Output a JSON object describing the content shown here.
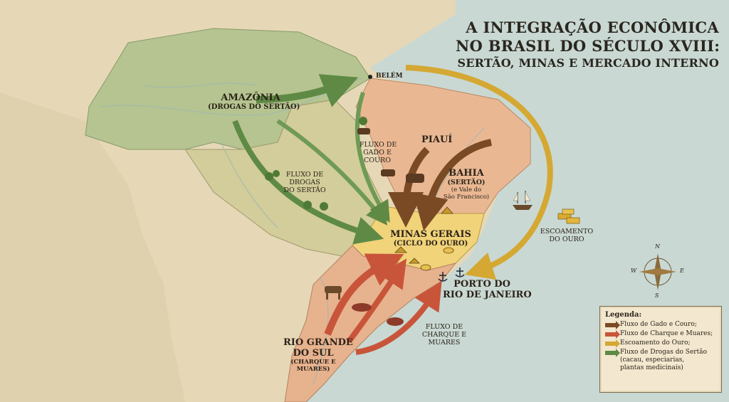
{
  "title": {
    "line1": "A INTEGRAÇÃO ECONÔMICA",
    "line2": "NO BRASIL DO SÉCULO XVIII:",
    "line3": "SERTÃO, MINAS E MERCADO INTERNO"
  },
  "regions": {
    "amazonia": {
      "name": "AMAZÔNIA",
      "sub": "(DROGAS DO SERTÃO)"
    },
    "piaui": {
      "name": "PIAUÍ"
    },
    "bahia": {
      "name": "BAHIA",
      "sub": "(SERTÃO)",
      "note1": "(e Vale do",
      "note2": "São Francisco)"
    },
    "minas": {
      "name": "MINAS GERAIS",
      "sub": "(CICLO DO OURO)"
    },
    "rio_grande": {
      "name1": "RIO GRANDE",
      "name2": "DO SUL",
      "sub1": "(CHARQUE E",
      "sub2": "MUARES)"
    },
    "porto": {
      "name1": "PORTO DO",
      "name2": "RIO DE JANEIRO"
    },
    "belem": {
      "name": "BELÉM"
    }
  },
  "flow_labels": {
    "gado": {
      "l1": "FLUXO DE",
      "l2": "GADO E",
      "l3": "COURO"
    },
    "drogas": {
      "l1": "FLUXO DE",
      "l2": "DROGAS",
      "l3": "DO SERTÃO"
    },
    "charque": {
      "l1": "FLUXO DE",
      "l2": "CHARQUE E",
      "l3": "MUARES"
    },
    "ouro": {
      "l1": "ESCOAMENTO",
      "l2": "DO OURO"
    }
  },
  "compass": {
    "n": "N",
    "s": "S",
    "e": "E",
    "w": "W"
  },
  "legend": {
    "title": "Legenda:",
    "items": [
      {
        "label": "Fluxo de Gado e Couro;",
        "color": "#7a4a25"
      },
      {
        "label": "Fluxo de Charque e Muares;",
        "color": "#c8553a"
      },
      {
        "label": "Escoamento do Ouro;",
        "color": "#d4a832"
      },
      {
        "label": "Fluxo de Drogas do Sertão",
        "sub1": "(cacau, especiarias,",
        "sub2": "plantas medicinais)",
        "color": "#5e8a45"
      }
    ]
  },
  "colors": {
    "sea": "#c9d8d3",
    "land": "#e8dcc0",
    "amazonia": "#b5c490",
    "northeast": "#e9b893",
    "minas": "#f1d37a",
    "south": "#e7b28e",
    "cattle_arrow": "#7a4a25",
    "charque_arrow": "#c8553a",
    "gold_arrow": "#d4a832",
    "drogas_arrow": "#5e8a45"
  }
}
